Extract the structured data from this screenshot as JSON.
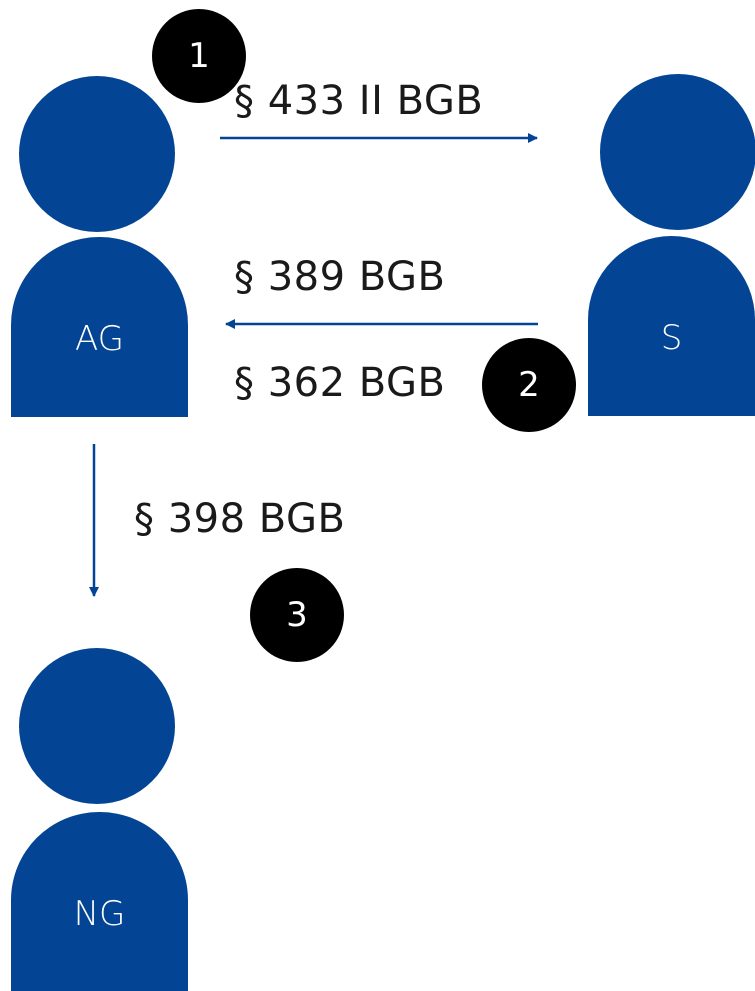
{
  "persons": {
    "ag": {
      "label": "AG"
    },
    "s": {
      "label": "S"
    },
    "ng": {
      "label": "NG"
    }
  },
  "relations": {
    "ag_to_s": {
      "label": "§ 433 II BGB",
      "step": "1"
    },
    "s_to_ag": {
      "label_top": "§ 389 BGB",
      "label_bottom": "§ 362 BGB",
      "step": "2"
    },
    "ag_to_ng": {
      "label": "§ 398 BGB",
      "step": "3"
    }
  },
  "colors": {
    "person_fill": "#034594",
    "arrow": "#034594",
    "badge_fill": "#000000",
    "badge_text": "#ffffff"
  }
}
